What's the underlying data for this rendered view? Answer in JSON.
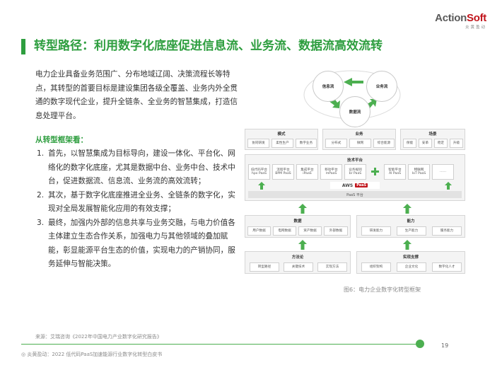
{
  "logo": {
    "brand_a": "Action",
    "brand_b": "Soft",
    "sub": "炎黄盈动"
  },
  "title": "转型路径：利用数字化底座促进信息流、业务流、数据流高效流转",
  "intro": "电力企业具备业务范围广、分布地域辽阔、决策流程长等特点，其转型的首要目标是建设集团各级全覆盖、业务内外全贯通的数字现代企业，提升全链条、全业务的智慧集成，打造信息处理平台。",
  "framework_heading": "从转型框架看：",
  "framework_items": [
    {
      "num": "1.",
      "text": "首先，以智慧集成为目标导向，建设一体化、平台化、网络化的数字化底座，尤其是数据中台、业务中台、技术中台，促进数据流、信息流、业务流的高效流转；"
    },
    {
      "num": "2.",
      "text": "其次，基于数字化底座推进全业务、全链条的数字化，实现对全局发展智能化应用的有效支撑；"
    },
    {
      "num": "3.",
      "text": "最终，加强内外部的信息共享与业务交融，与电力价值各主体建立生态合作关系，加强电力与其他领域的叠加赋能，彰显能源平台生态的价值，实现电力的产销协同，服务延伸与智能决策。"
    }
  ],
  "diagram": {
    "circles": {
      "info": "信息流",
      "business": "业务流",
      "data": "数据流"
    },
    "mode": {
      "title": "模式",
      "items": [
        "协同研发",
        "柔性生产",
        "数字业务"
      ]
    },
    "biz": {
      "title": "业务",
      "items": [
        "分布式",
        "微网",
        "综合能源"
      ]
    },
    "scene": {
      "title": "场景",
      "items": [
        "保能",
        "安革",
        "稳定",
        "升级"
      ]
    },
    "tech": {
      "title": "技术平台",
      "chips": [
        {
          "l1": "低代码平台",
          "l2": "hpx PaaS"
        },
        {
          "l1": "流程平台",
          "l2": "BPM PaaS"
        },
        {
          "l1": "集成平台",
          "l2": "iPaaS"
        },
        {
          "l1": "移动平台",
          "l2": "mPaaS"
        },
        {
          "l1": "业务规则",
          "l2": "br PaaS"
        },
        {
          "l1": "智能平台",
          "l2": "AI PaaS"
        },
        {
          "l1": "物联网",
          "l2": "IoT PaaS"
        },
        {
          "l1": "……",
          "l2": ""
        }
      ],
      "aws": "AWS",
      "aws_tag": "PaaS",
      "paas_bar": "PaaS 平台"
    },
    "data_box": {
      "title": "数据",
      "items": [
        "用户数据",
        "电网数据",
        "资产数据",
        "外部数据"
      ]
    },
    "capability": {
      "title": "能力",
      "items": [
        "研发能力",
        "生产能力",
        "服务能力"
      ]
    },
    "method": {
      "title": "方法论",
      "items": [
        "转型路径",
        "关键技术",
        "实现方法"
      ]
    },
    "support": {
      "title": "实现支撑",
      "items": [
        "组织架构",
        "企业文化",
        "数字化人才"
      ]
    },
    "caption": "图6：电力企业数字化转型框架"
  },
  "source": "来源：艾瑞咨询《2022年中国电力产业数字化研究报告》",
  "page_number": "19",
  "footer": "◎ 炎黄盈动：2022 低代码PaaS加速能源行业数字化转型白皮书",
  "colors": {
    "accent": "#2e9e3f",
    "brand": "#c1141b"
  }
}
